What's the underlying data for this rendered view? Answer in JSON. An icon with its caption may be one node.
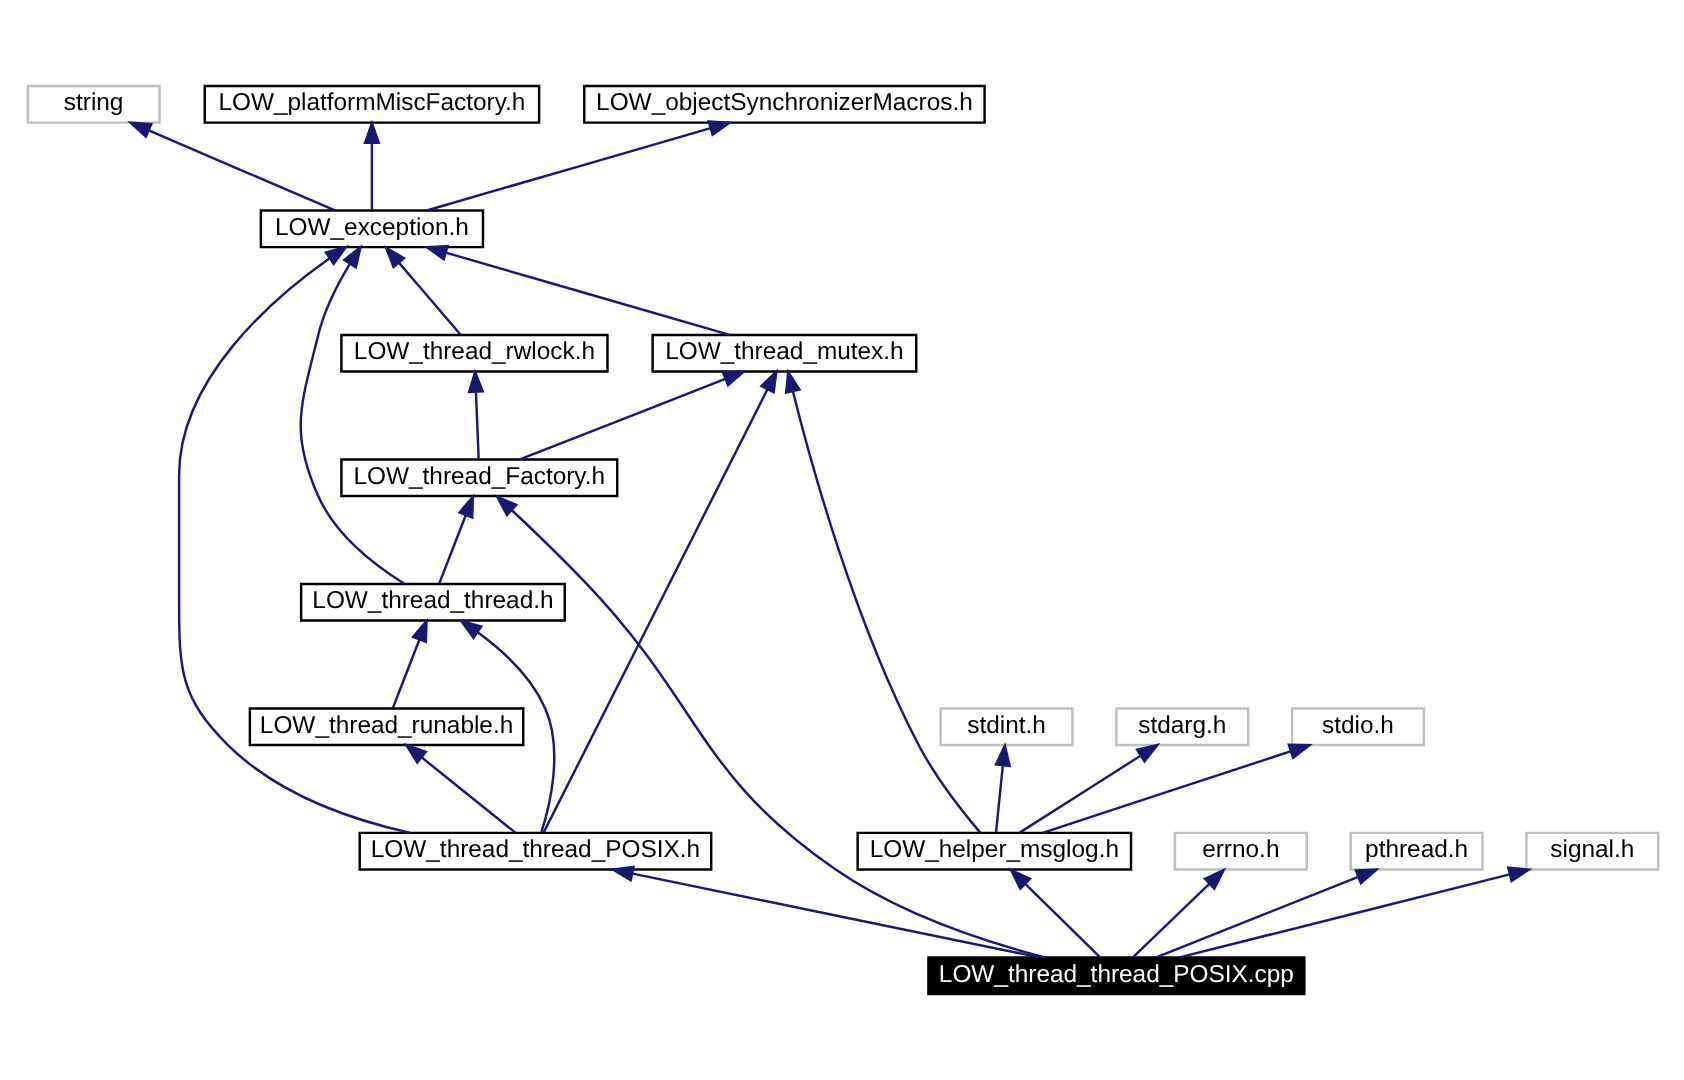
{
  "diagram": {
    "nodes": [
      {
        "text": [
          "string"
        ]
      },
      {
        "text": [
          "LOW_platformMiscFactory.h"
        ]
      },
      {
        "text": [
          "LOW_objectSynchronizerMacros.h"
        ]
      },
      {
        "text": [
          "LOW_exception.h"
        ]
      },
      {
        "text": [
          "stdint.h"
        ]
      },
      {
        "text": [
          "stdarg.h"
        ]
      },
      {
        "text": [
          "stdio.h"
        ]
      },
      {
        "text": [
          "LOW_thread_mutex.h"
        ]
      },
      {
        "text": [
          "LOW_thread_rwlock.h"
        ]
      },
      {
        "text": [
          "LOW_helper_msglog.h"
        ]
      },
      {
        "text": [
          "LOW_thread_Factory.h"
        ]
      },
      {
        "text": [
          "LOW_thread_thread.h"
        ]
      },
      {
        "text": [
          "LOW_thread_runable.h"
        ]
      },
      {
        "text": [
          "LOW_thread_thread_POSIX.h"
        ]
      },
      {
        "text": [
          "errno.h"
        ]
      },
      {
        "text": [
          "pthread.h"
        ]
      },
      {
        "text": [
          "signal.h"
        ]
      },
      {
        "text": [
          "LOW_thread_thread_POSIX.cpp"
        ]
      }
    ],
    "edges": [
      {
        "from": 3,
        "to": 0,
        "arrow": "to"
      },
      {
        "from": 3,
        "to": 1,
        "arrow": "to"
      },
      {
        "from": 3,
        "to": 2,
        "arrow": "to"
      },
      {
        "from": 7,
        "to": 3,
        "arrow": "to"
      },
      {
        "from": 8,
        "to": 3,
        "arrow": "to"
      },
      {
        "from": 11,
        "to": 3,
        "arrow": "to"
      },
      {
        "from": 13,
        "to": 3,
        "arrow": "to"
      },
      {
        "from": 9,
        "to": 4,
        "arrow": "to"
      },
      {
        "from": 9,
        "to": 5,
        "arrow": "to"
      },
      {
        "from": 9,
        "to": 6,
        "arrow": "to"
      },
      {
        "from": 9,
        "to": 7,
        "arrow": "to"
      },
      {
        "from": 10,
        "to": 7,
        "arrow": "to"
      },
      {
        "from": 10,
        "to": 8,
        "arrow": "to"
      },
      {
        "from": 11,
        "to": 10,
        "arrow": "to"
      },
      {
        "from": 12,
        "to": 11,
        "arrow": "to"
      },
      {
        "from": 13,
        "to": 12,
        "arrow": "to"
      },
      {
        "from": 13,
        "to": 11,
        "arrow": "to"
      },
      {
        "from": 13,
        "to": 7,
        "arrow": "to"
      },
      {
        "from": 17,
        "to": 9,
        "arrow": "to"
      },
      {
        "from": 17,
        "to": 13,
        "arrow": "to"
      },
      {
        "from": 17,
        "to": 10,
        "arrow": "to"
      },
      {
        "from": 17,
        "to": 14,
        "arrow": "to"
      },
      {
        "from": 17,
        "to": 15,
        "arrow": "to"
      },
      {
        "from": 17,
        "to": 16,
        "arrow": "to"
      }
    ]
  }
}
